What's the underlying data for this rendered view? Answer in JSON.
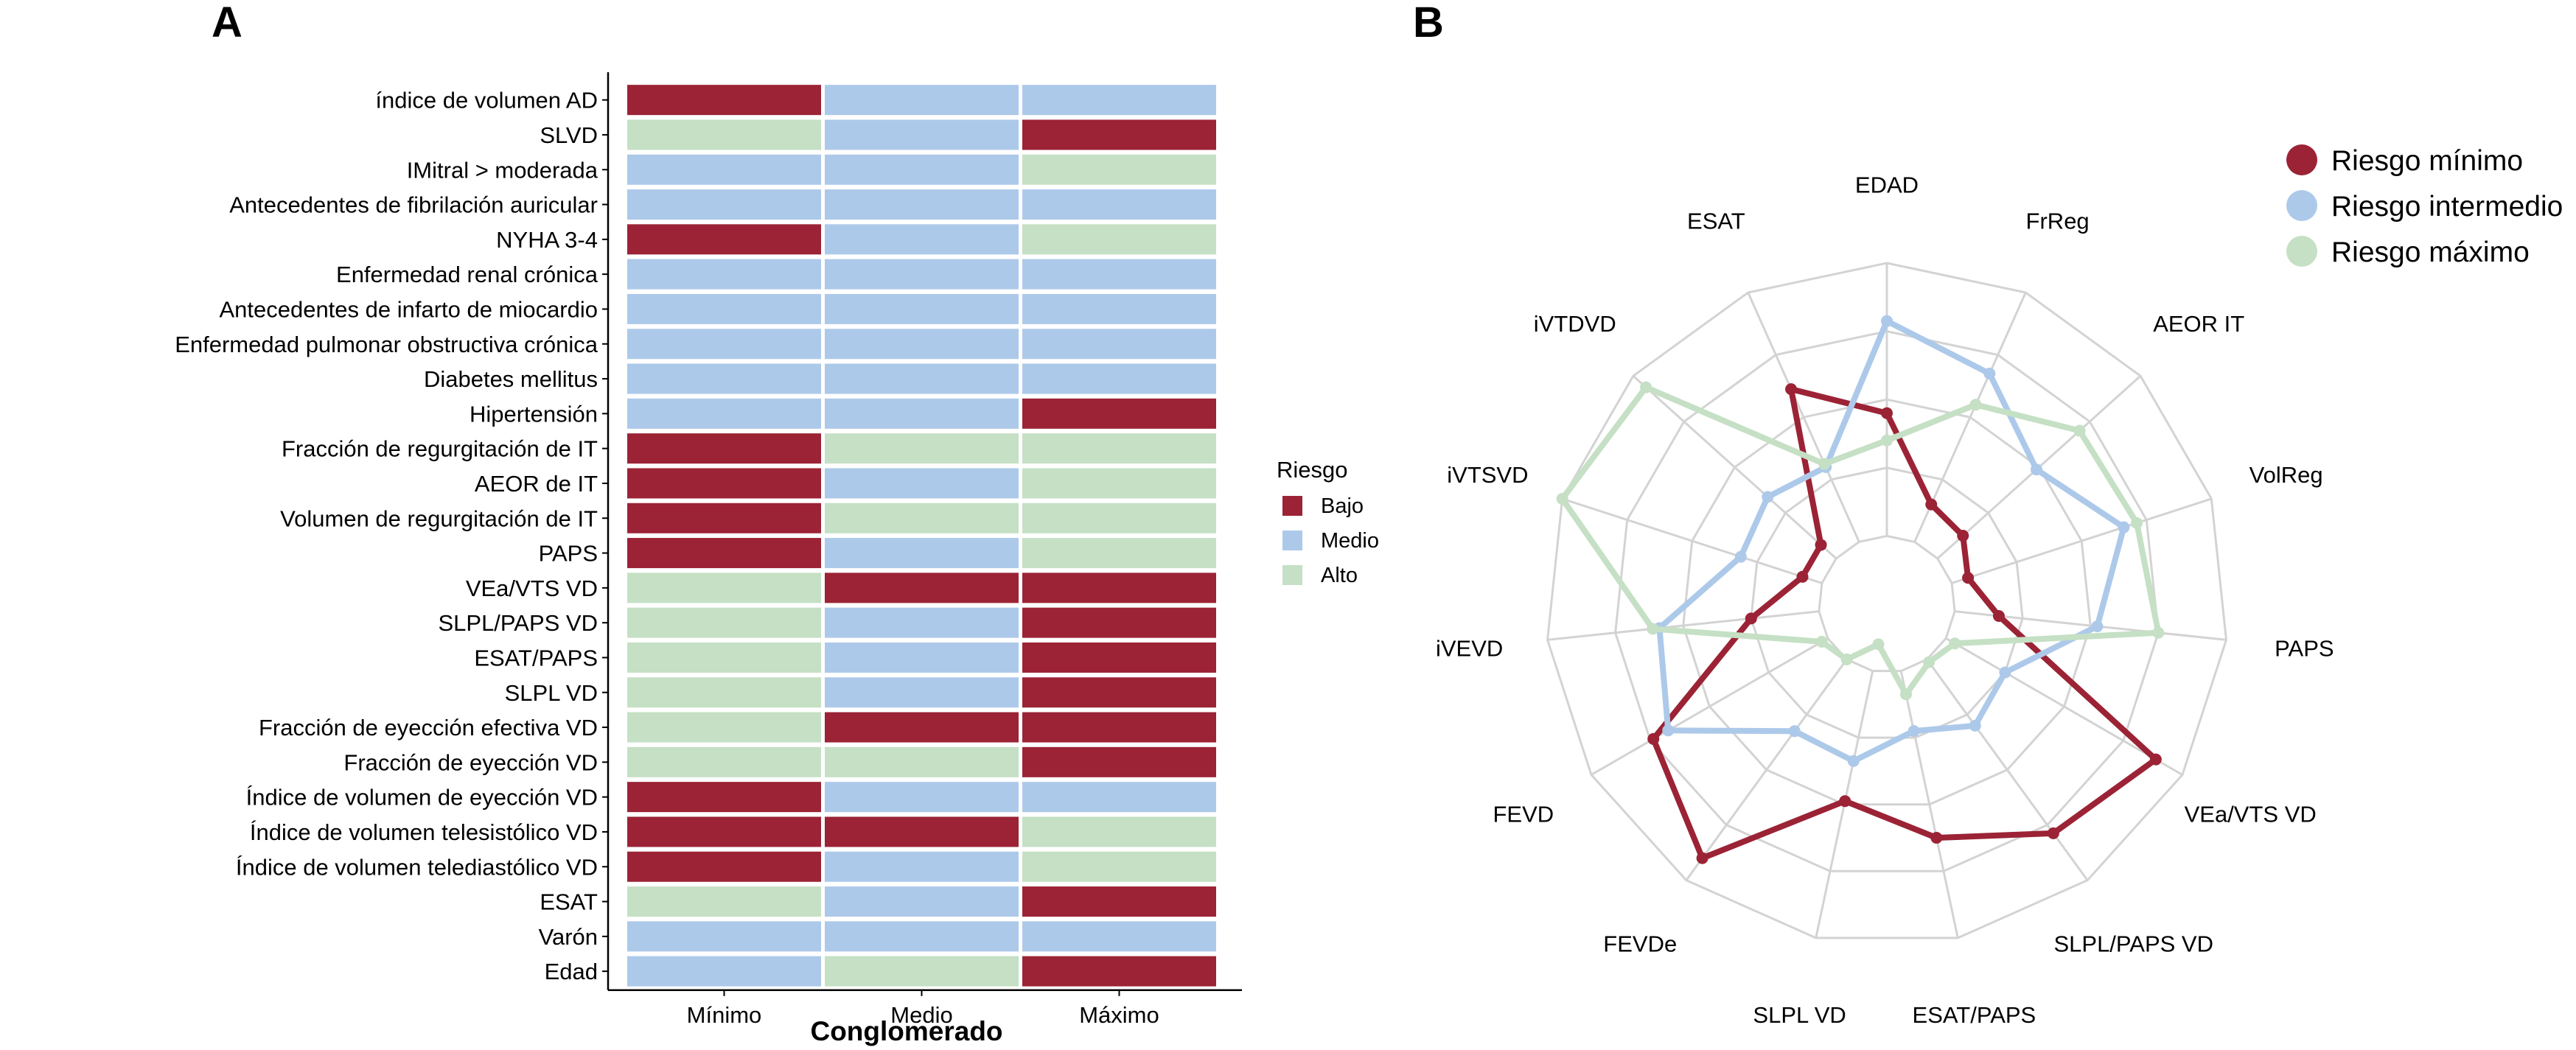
{
  "panels": {
    "a_label": "A",
    "b_label": "B"
  },
  "colors": {
    "Bajo": "#9b2335",
    "Medio": "#adc9ea",
    "Alto": "#c5e0c4",
    "grid": "#d3d3d3"
  },
  "chart_data": [
    {
      "type": "heatmap",
      "panel": "A",
      "xlabel": "Conglomerado",
      "ylabel": "",
      "categories": [
        "Mínimo",
        "Medio",
        "Máximo"
      ],
      "legend": {
        "title": "Riesgo",
        "placement": "right",
        "entries": [
          "Bajo",
          "Medio",
          "Alto"
        ]
      },
      "rows": [
        {
          "label": "índice de volumen AD",
          "values": [
            "Bajo",
            "Medio",
            "Medio"
          ]
        },
        {
          "label": "SLVD",
          "values": [
            "Alto",
            "Medio",
            "Bajo"
          ]
        },
        {
          "label": "IMitral > moderada",
          "values": [
            "Medio",
            "Medio",
            "Alto"
          ]
        },
        {
          "label": "Antecedentes de fibrilación auricular",
          "values": [
            "Medio",
            "Medio",
            "Medio"
          ]
        },
        {
          "label": "NYHA 3-4",
          "values": [
            "Bajo",
            "Medio",
            "Alto"
          ]
        },
        {
          "label": "Enfermedad renal crónica",
          "values": [
            "Medio",
            "Medio",
            "Medio"
          ]
        },
        {
          "label": "Antecedentes de infarto de miocardio",
          "values": [
            "Medio",
            "Medio",
            "Medio"
          ]
        },
        {
          "label": "Enfermedad pulmonar obstructiva crónica",
          "values": [
            "Medio",
            "Medio",
            "Medio"
          ]
        },
        {
          "label": "Diabetes mellitus",
          "values": [
            "Medio",
            "Medio",
            "Medio"
          ]
        },
        {
          "label": "Hipertensión",
          "values": [
            "Medio",
            "Medio",
            "Bajo"
          ]
        },
        {
          "label": "Fracción de regurgitación de IT",
          "values": [
            "Bajo",
            "Alto",
            "Alto"
          ]
        },
        {
          "label": "AEOR de IT",
          "values": [
            "Bajo",
            "Medio",
            "Alto"
          ]
        },
        {
          "label": "Volumen de regurgitación de IT",
          "values": [
            "Bajo",
            "Alto",
            "Alto"
          ]
        },
        {
          "label": "PAPS",
          "values": [
            "Bajo",
            "Medio",
            "Alto"
          ]
        },
        {
          "label": "VEa/VTS VD",
          "values": [
            "Alto",
            "Bajo",
            "Bajo"
          ]
        },
        {
          "label": "SLPL/PAPS VD",
          "values": [
            "Alto",
            "Medio",
            "Bajo"
          ]
        },
        {
          "label": "ESAT/PAPS",
          "values": [
            "Alto",
            "Medio",
            "Bajo"
          ]
        },
        {
          "label": "SLPL VD",
          "values": [
            "Alto",
            "Medio",
            "Bajo"
          ]
        },
        {
          "label": "Fracción de eyección efectiva VD",
          "values": [
            "Alto",
            "Bajo",
            "Bajo"
          ]
        },
        {
          "label": "Fracción de eyección VD",
          "values": [
            "Alto",
            "Alto",
            "Bajo"
          ]
        },
        {
          "label": "Índice de volumen de eyección VD",
          "values": [
            "Bajo",
            "Medio",
            "Medio"
          ]
        },
        {
          "label": "Índice de volumen telesistólico VD",
          "values": [
            "Bajo",
            "Bajo",
            "Alto"
          ]
        },
        {
          "label": "Índice de volumen telediastólico VD",
          "values": [
            "Bajo",
            "Medio",
            "Alto"
          ]
        },
        {
          "label": "ESAT",
          "values": [
            "Alto",
            "Medio",
            "Bajo"
          ]
        },
        {
          "label": "Varón",
          "values": [
            "Medio",
            "Medio",
            "Medio"
          ]
        },
        {
          "label": "Edad",
          "values": [
            "Medio",
            "Alto",
            "Bajo"
          ]
        }
      ]
    },
    {
      "type": "radar",
      "panel": "B",
      "axes": [
        "EDAD",
        "FrReg",
        "AEOR IT",
        "VolReg",
        "PAPS",
        "VEa/VTS VD",
        "SLPL/PAPS VD",
        "ESAT/PAPS",
        "SLPL VD",
        "FEVDe",
        "FEVD",
        "iVEVD",
        "iVTSVD",
        "iVTDVD",
        "ESAT"
      ],
      "rlim": [
        0,
        1
      ],
      "grid_levels": [
        0.2,
        0.4,
        0.6,
        0.8,
        1.0
      ],
      "legend": {
        "placement": "top-right"
      },
      "series": [
        {
          "name": "Riesgo mínimo",
          "color": "#9b2335",
          "values": [
            0.56,
            0.32,
            0.3,
            0.25,
            0.33,
            0.91,
            0.83,
            0.7,
            0.59,
            0.92,
            0.79,
            0.4,
            0.26,
            0.26,
            0.69
          ]
        },
        {
          "name": "Riesgo intermedio",
          "color": "#adc9ea",
          "values": [
            0.83,
            0.74,
            0.59,
            0.73,
            0.62,
            0.4,
            0.44,
            0.38,
            0.47,
            0.46,
            0.74,
            0.67,
            0.45,
            0.47,
            0.44
          ]
        },
        {
          "name": "Riesgo máximo",
          "color": "#c5e0c4",
          "values": [
            0.48,
            0.64,
            0.76,
            0.77,
            0.8,
            0.23,
            0.21,
            0.27,
            0.12,
            0.2,
            0.22,
            0.69,
            1.0,
            0.95,
            0.45
          ]
        }
      ]
    }
  ]
}
